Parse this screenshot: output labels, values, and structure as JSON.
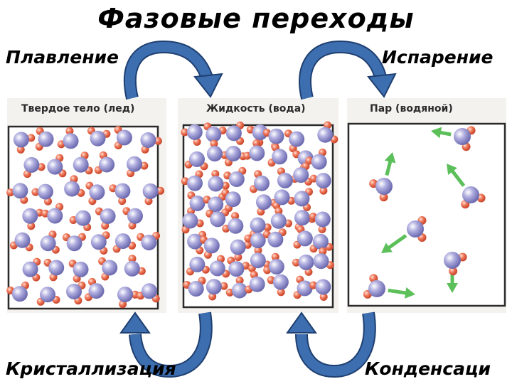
{
  "title": "Фазовые переходы",
  "transitions": {
    "melting": "Плавление",
    "evaporation": "Испарение",
    "crystallization": "Кристаллизация",
    "condensation": "Конденсаци"
  },
  "panels": {
    "solid": "Твердое тело (лед)",
    "liquid": "Жидкость (вода)",
    "gas": "Пар (водяной)"
  },
  "colors": {
    "arrow": "#3d6fb0",
    "arrow_edge": "#1f3f70",
    "oxygen": "#9a98d6",
    "hydrogen": "#e8664a",
    "motion_arrow": "#5cc05a"
  }
}
